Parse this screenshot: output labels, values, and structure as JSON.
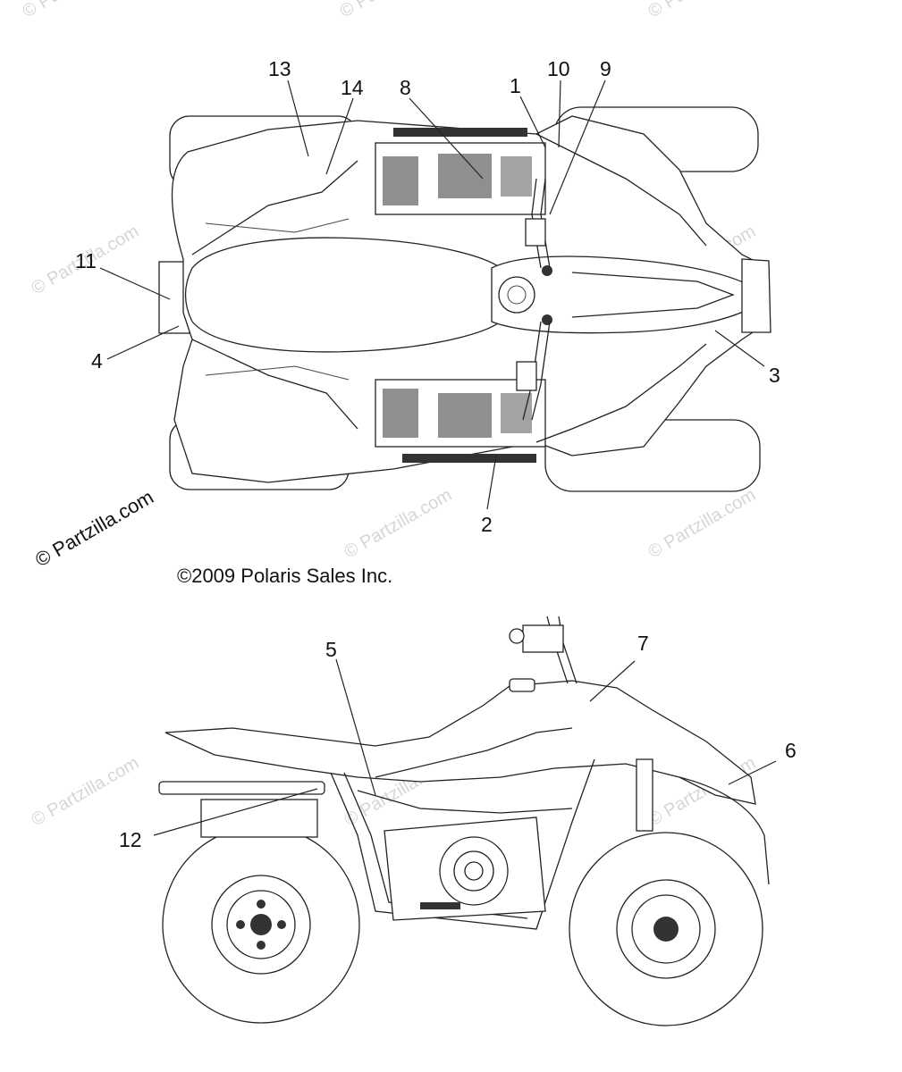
{
  "watermark": "© Partzilla.com",
  "copyright": "©2009 Polaris Sales Inc.",
  "views": {
    "top_view": {
      "callouts": [
        "13",
        "14",
        "8",
        "1",
        "10",
        "9",
        "11",
        "4",
        "3",
        "2"
      ]
    },
    "side_view": {
      "callouts": [
        "5",
        "7",
        "6",
        "12"
      ]
    }
  }
}
